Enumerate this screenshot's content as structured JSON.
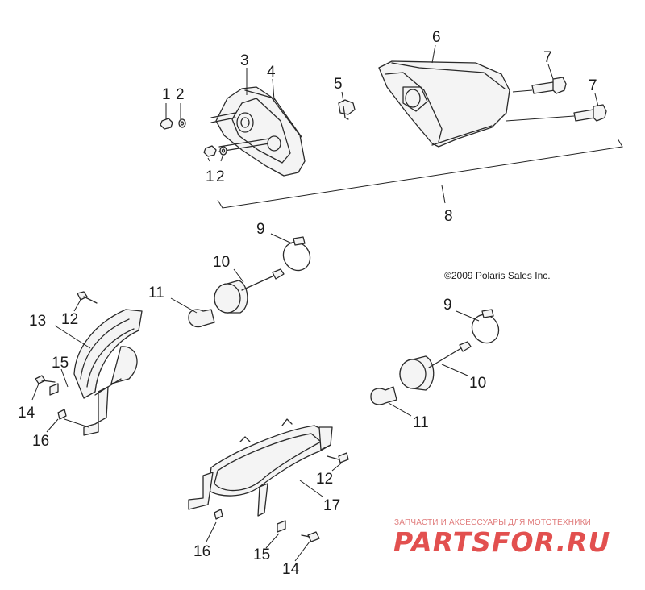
{
  "copyright": "©2009 Polaris Sales Inc.",
  "watermark": {
    "tagline": "ЗАПЧАСТИ И АКСЕССУАРЫ ДЛЯ МОТОТЕХНИКИ",
    "logo": "PARTSFOR.RU"
  },
  "callouts": {
    "c1": "1",
    "c2": "2",
    "c3": "3",
    "c4": "4",
    "c5": "5",
    "c6": "6",
    "c7a": "7",
    "c7b": "7",
    "c8": "8",
    "c12a": "1",
    "c12b": "2",
    "c9a": "9",
    "c10a": "10",
    "c11a": "11",
    "c9b": "9",
    "c10b": "10",
    "c11b": "11",
    "c13": "13",
    "c12c": "12",
    "c15a": "15",
    "c14a": "14",
    "c16a": "16",
    "c12d": "12",
    "c17": "17",
    "c16b": "16",
    "c15b": "15",
    "c14b": "14"
  }
}
